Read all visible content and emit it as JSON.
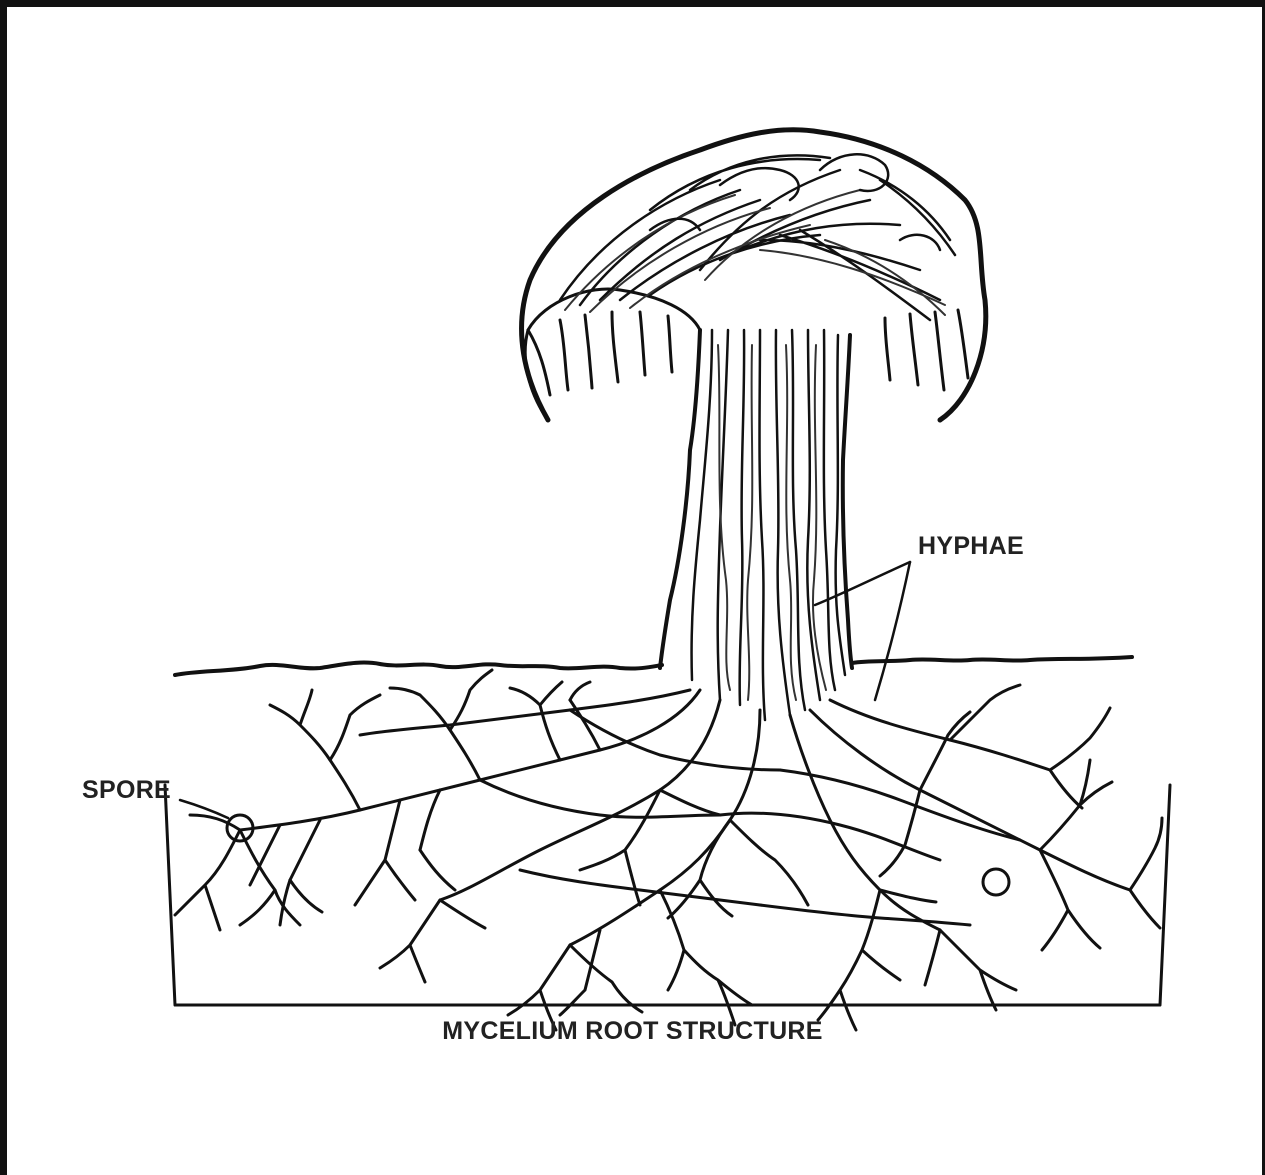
{
  "labels": {
    "hyphae": "HYPHAE",
    "spore": "SPORE",
    "caption": "MYCELIUM ROOT STRUCTURE"
  },
  "colors": {
    "ink": "#111111",
    "paper": "#ffffff",
    "text": "#222222"
  }
}
